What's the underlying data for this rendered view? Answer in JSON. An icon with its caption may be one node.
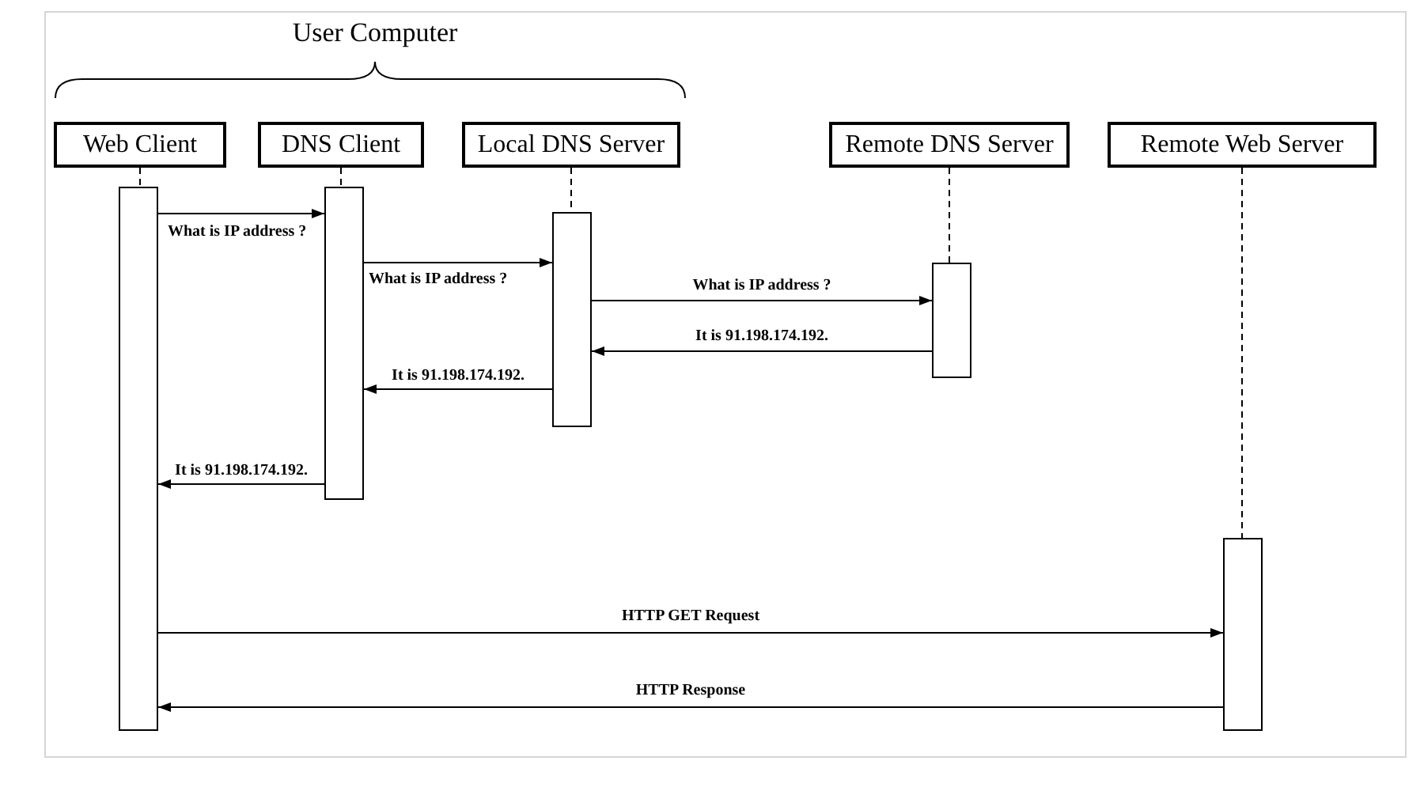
{
  "diagram": {
    "nodes": [
      {
        "text": [
          "Web Client"
        ]
      },
      {
        "text": [
          "DNS Client"
        ]
      },
      {
        "text": [
          "Local DNS Server"
        ]
      },
      {
        "text": [
          "Remote DNS Server"
        ]
      },
      {
        "text": [
          "Remote Web Server"
        ]
      },
      {
        "text": [],
        "shape": "bar"
      },
      {
        "text": [],
        "shape": "bar"
      },
      {
        "text": [],
        "shape": "bar"
      },
      {
        "text": [],
        "shape": "bar"
      },
      {
        "text": [],
        "shape": "bar"
      }
    ],
    "edges": [
      {
        "from": 0,
        "to": 5,
        "arrow": "none",
        "style": "dashed"
      },
      {
        "from": 1,
        "to": 6,
        "arrow": "none",
        "style": "dashed"
      },
      {
        "from": 2,
        "to": 7,
        "arrow": "none",
        "style": "dashed"
      },
      {
        "from": 3,
        "to": 8,
        "arrow": "none",
        "style": "dashed"
      },
      {
        "from": 4,
        "to": 9,
        "arrow": "none",
        "style": "dashed"
      },
      {
        "from": 5,
        "to": 6,
        "arrow": "to",
        "label": "What is IP address ?"
      },
      {
        "from": 6,
        "to": 7,
        "arrow": "to",
        "label": "What is IP address ?"
      },
      {
        "from": 7,
        "to": 8,
        "arrow": "to",
        "label": "What is IP address ?"
      },
      {
        "from": 8,
        "to": 7,
        "arrow": "to",
        "label": "It is 91.198.174.192."
      },
      {
        "from": 7,
        "to": 6,
        "arrow": "to",
        "label": "It is 91.198.174.192."
      },
      {
        "from": 6,
        "to": 5,
        "arrow": "to",
        "label": "It is 91.198.174.192."
      },
      {
        "from": 5,
        "to": 9,
        "arrow": "to",
        "label": "HTTP GET Request"
      },
      {
        "from": 9,
        "to": 5,
        "arrow": "to",
        "label": "HTTP Response"
      }
    ],
    "labels": [
      "User Computer"
    ]
  }
}
